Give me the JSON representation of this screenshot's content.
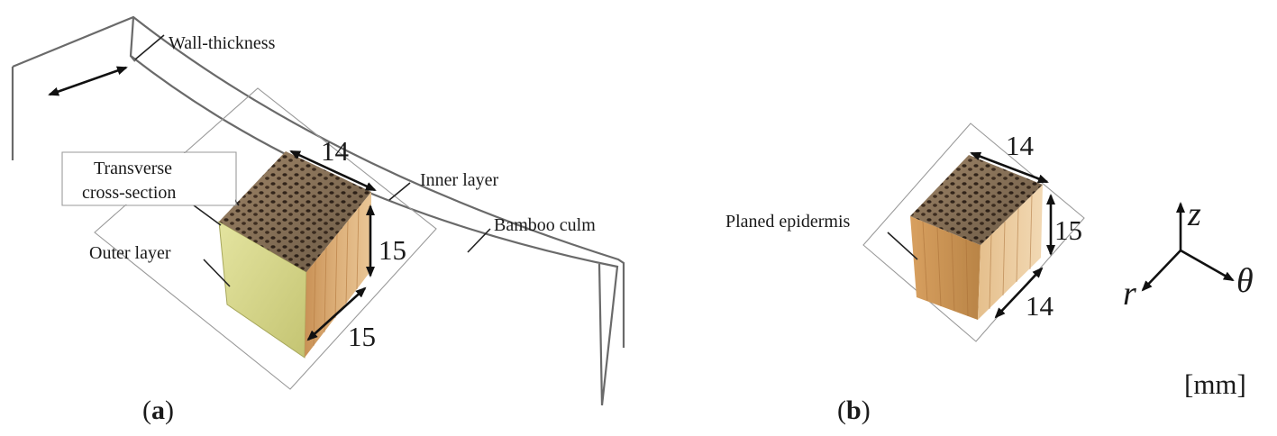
{
  "panel_a": {
    "label_open": "(",
    "label_letter": "a",
    "label_close": ")",
    "wall_thickness": "Wall-thickness",
    "transverse_line1": "Transverse",
    "transverse_line2": "cross-section",
    "inner_layer": "Inner layer",
    "outer_layer": "Outer layer",
    "bamboo_culm": "Bamboo culm",
    "dim_top": "14",
    "dim_right": "15",
    "dim_bottom": "15"
  },
  "panel_b": {
    "label_open": "(",
    "label_letter": "b",
    "label_close": ")",
    "planed_epidermis": "Planed epidermis",
    "dim_top": "14",
    "dim_right": "15",
    "dim_bottom": "14"
  },
  "axes": {
    "z": "z",
    "r": "r",
    "theta": "θ"
  },
  "unit": "[mm]",
  "colors": {
    "outer_layer_green": "#d6d68c",
    "bamboo_wood": "#d9a46a",
    "top_face": "#8f7558"
  }
}
